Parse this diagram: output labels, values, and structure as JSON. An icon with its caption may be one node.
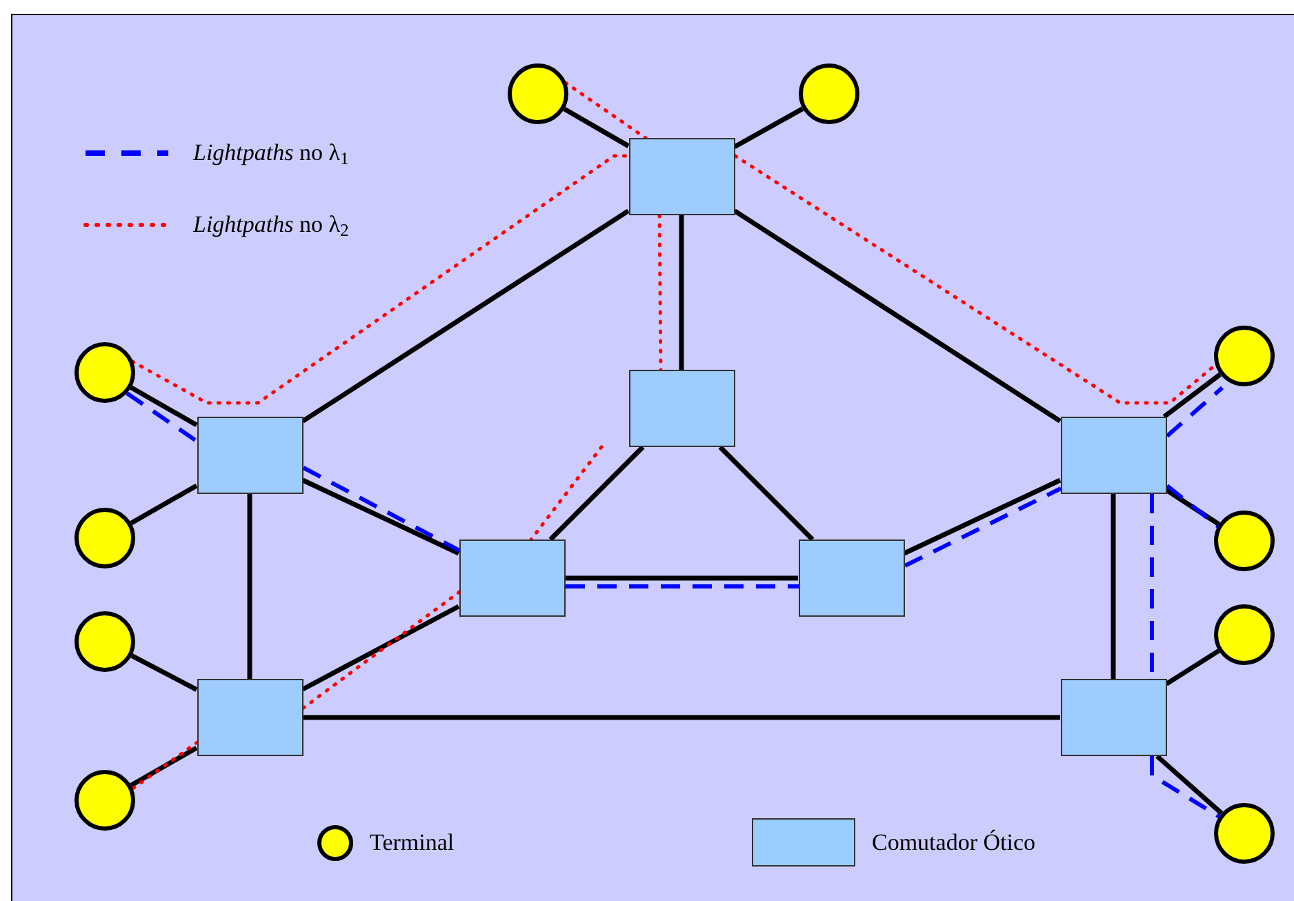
{
  "diagram": {
    "nodes": [
      {
        "text": [],
        "shape": "circle"
      },
      {
        "text": [],
        "shape": "circle"
      },
      {
        "text": [],
        "shape": "box"
      },
      {
        "text": [],
        "shape": "circle"
      },
      {
        "text": [],
        "shape": "circle"
      },
      {
        "text": [],
        "shape": "box"
      },
      {
        "text": [],
        "shape": "box"
      },
      {
        "text": [],
        "shape": "box"
      },
      {
        "text": [],
        "shape": "circle"
      },
      {
        "text": [],
        "shape": "circle"
      },
      {
        "text": [],
        "shape": "box"
      },
      {
        "text": [],
        "shape": "box"
      },
      {
        "text": [],
        "shape": "circle"
      },
      {
        "text": [],
        "shape": "circle"
      },
      {
        "text": [],
        "shape": "box"
      },
      {
        "text": [],
        "shape": "box"
      },
      {
        "text": [],
        "shape": "circle"
      },
      {
        "text": [],
        "shape": "circle"
      }
    ],
    "edges": [
      {
        "from": 0,
        "to": 2,
        "arrow": "none"
      },
      {
        "from": 1,
        "to": 2,
        "arrow": "none"
      },
      {
        "from": 2,
        "to": 5,
        "arrow": "none"
      },
      {
        "from": 2,
        "to": 6,
        "arrow": "none"
      },
      {
        "from": 2,
        "to": 7,
        "arrow": "none"
      },
      {
        "from": 5,
        "to": 10,
        "arrow": "none"
      },
      {
        "from": 5,
        "to": 11,
        "arrow": "none"
      },
      {
        "from": 6,
        "to": 10,
        "arrow": "none"
      },
      {
        "from": 6,
        "to": 14,
        "arrow": "none"
      },
      {
        "from": 3,
        "to": 6,
        "arrow": "none"
      },
      {
        "from": 8,
        "to": 6,
        "arrow": "none"
      },
      {
        "from": 10,
        "to": 11,
        "arrow": "none"
      },
      {
        "from": 10,
        "to": 14,
        "arrow": "none"
      },
      {
        "from": 11,
        "to": 7,
        "arrow": "none"
      },
      {
        "from": 7,
        "to": 15,
        "arrow": "none"
      },
      {
        "from": 7,
        "to": 4,
        "arrow": "none"
      },
      {
        "from": 7,
        "to": 9,
        "arrow": "none"
      },
      {
        "from": 14,
        "to": 15,
        "arrow": "none"
      },
      {
        "from": 14,
        "to": 12,
        "arrow": "none"
      },
      {
        "from": 14,
        "to": 16,
        "arrow": "none"
      },
      {
        "from": 15,
        "to": 13,
        "arrow": "none"
      },
      {
        "from": 15,
        "to": 17,
        "arrow": "none"
      },
      {
        "from": 3,
        "to": 6,
        "arrow": "none",
        "style": "dashed",
        "color": "#0000ff"
      },
      {
        "from": 6,
        "to": 10,
        "arrow": "none",
        "style": "dashed",
        "color": "#0000ff"
      },
      {
        "from": 10,
        "to": 11,
        "arrow": "none",
        "style": "dashed",
        "color": "#0000ff"
      },
      {
        "from": 11,
        "to": 7,
        "arrow": "none",
        "style": "dashed",
        "color": "#0000ff"
      },
      {
        "from": 7,
        "to": 4,
        "arrow": "none",
        "style": "dashed",
        "color": "#0000ff"
      },
      {
        "from": 7,
        "to": 9,
        "arrow": "none",
        "style": "dashed",
        "color": "#0000ff"
      },
      {
        "from": 7,
        "to": 15,
        "arrow": "none",
        "style": "dashed",
        "color": "#0000ff"
      },
      {
        "from": 15,
        "to": 17,
        "arrow": "none",
        "style": "dashed",
        "color": "#0000ff"
      },
      {
        "from": 0,
        "to": 2,
        "arrow": "none",
        "style": "dashed",
        "color": "#ff0000"
      },
      {
        "from": 2,
        "to": 5,
        "arrow": "none",
        "style": "dashed",
        "color": "#ff0000"
      },
      {
        "from": 5,
        "to": 10,
        "arrow": "none",
        "style": "dashed",
        "color": "#ff0000"
      },
      {
        "from": 10,
        "to": 14,
        "arrow": "none",
        "style": "dashed",
        "color": "#ff0000"
      },
      {
        "from": 14,
        "to": 16,
        "arrow": "none",
        "style": "dashed",
        "color": "#ff0000"
      },
      {
        "from": 3,
        "to": 2,
        "arrow": "none",
        "style": "dashed",
        "color": "#ff0000"
      },
      {
        "from": 2,
        "to": 4,
        "arrow": "none",
        "style": "dashed",
        "color": "#ff0000"
      }
    ],
    "legend": [
      {
        "text": "*Lightpaths* no λ$_{1}$"
      },
      {
        "text": "*Lightpaths* no λ$_{2}$"
      },
      {
        "text": "Terminal",
        "color": "#ffff00"
      },
      {
        "text": "Comutador Ótico",
        "color": "#99ccff"
      }
    ]
  }
}
